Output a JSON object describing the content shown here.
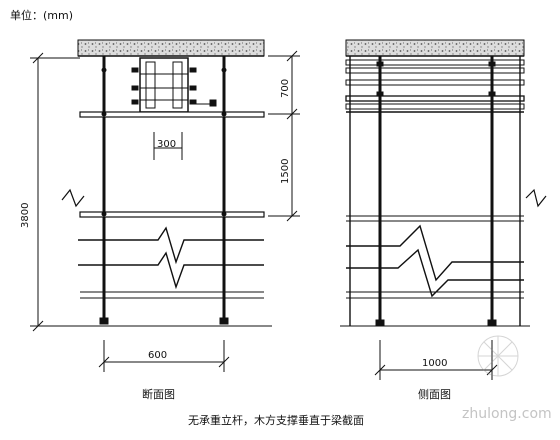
{
  "unit_label": "单位：(mm)",
  "left_view": {
    "caption": "断面图",
    "beam_width_label": "300",
    "beam_depth_label": "700",
    "upper_span_label": "1500",
    "total_height_label": "3800",
    "base_width_label": "600"
  },
  "right_view": {
    "caption": "侧面图",
    "spacing_label": "1000"
  },
  "figure_title": "无承重立杆，木方支撑垂直于梁截面",
  "watermark_text": "zhulong.com"
}
